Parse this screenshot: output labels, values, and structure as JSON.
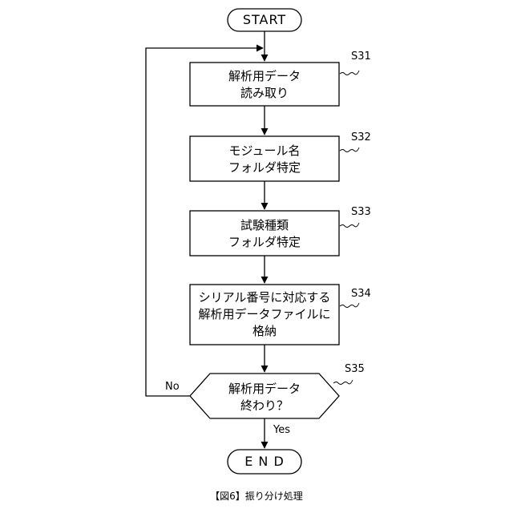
{
  "start": "START",
  "end": "E N D",
  "steps": [
    {
      "id": "S31",
      "lines": [
        "解析用データ",
        "読み取り"
      ]
    },
    {
      "id": "S32",
      "lines": [
        "モジュール名",
        "フォルダ特定"
      ]
    },
    {
      "id": "S33",
      "lines": [
        "試験種類",
        "フォルダ特定"
      ]
    },
    {
      "id": "S34",
      "lines": [
        "シリアル番号に対応する",
        "解析用データファイルに",
        "格納"
      ]
    }
  ],
  "decision": {
    "id": "S35",
    "lines": [
      "解析用データ",
      "終わり？"
    ],
    "no": "No",
    "yes": "Yes"
  },
  "caption": "【図6】振り分け処理"
}
